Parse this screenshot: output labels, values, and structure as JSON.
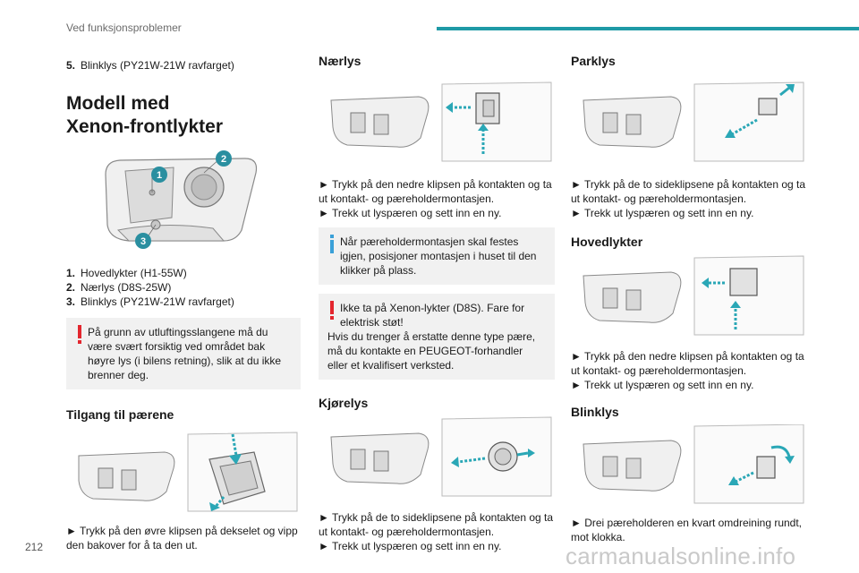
{
  "header": {
    "section": "Ved funksjonsproblemer",
    "bar_color": "#1f9aa6"
  },
  "page_number": "212",
  "watermark": "carmanualsonline.info",
  "col1": {
    "item5": {
      "num": "5.",
      "text": "Blinklys (PY21W-21W ravfarget)"
    },
    "title_line1": "Modell med",
    "title_line2": "Xenon-frontlykter",
    "callouts": [
      "1",
      "2",
      "3"
    ],
    "list": [
      {
        "num": "1.",
        "text": "Hovedlykter (H1-55W)"
      },
      {
        "num": "2.",
        "text": "Nærlys (D8S-25W)"
      },
      {
        "num": "3.",
        "text": "Blinklys (PY21W-21W ravfarget)"
      }
    ],
    "warning_line1": "På grunn av utluftingsslangene må du",
    "warning_rest": "være svært forsiktig ved området bak høyre lys (i bilens retning), slik at du ikke brenner deg.",
    "access_heading": "Tilgang til pærene",
    "access_text": "► Trykk på den øvre klipsen på dekselet og vipp den bakover for å ta den ut."
  },
  "col2": {
    "low_heading": "Nærlys",
    "low_step1": "► Trykk på den nedre klipsen på kontakten og ta ut kontakt- og pæreholdermontasjen.",
    "low_step2": "► Trekk ut lyspæren og sett inn en ny.",
    "info_line1": "Når pæreholdermontasjen skal festes",
    "info_rest": "igjen, posisjoner montasjen i huset til den klikker på plass.",
    "xenon_line1": "Ikke ta på Xenon-lykter (D8S). Fare for",
    "xenon_line2": "elektrisk støt!",
    "xenon_rest": "Hvis du trenger å erstatte denne type pære, må du kontakte en PEUGEOT-forhandler eller et kvalifisert verksted.",
    "drl_heading": "Kjørelys",
    "drl_step1": "► Trykk på de to sideklipsene på kontakten og ta ut kontakt- og pæreholdermontasjen.",
    "drl_step2": "► Trekk ut lyspæren og sett inn en ny."
  },
  "col3": {
    "park_heading": "Parklys",
    "park_step1": "► Trykk på de to sideklipsene på kontakten og ta ut kontakt- og pæreholdermontasjen.",
    "park_step2": "► Trekk ut lyspæren og sett inn en ny.",
    "main_heading": "Hovedlykter",
    "main_step1": "► Trykk på den nedre klipsen på kontakten og ta ut kontakt- og pæreholdermontasjen.",
    "main_step2": "► Trekk ut lyspæren og sett inn en ny.",
    "blink_heading": "Blinklys",
    "blink_step1": "► Drei pæreholderen en kvart omdreining rundt, mot klokka."
  },
  "colors": {
    "accent": "#1f9aa6",
    "warning": "#e3262e",
    "info": "#3aa0d8",
    "arrow": "#2aa7b6"
  }
}
